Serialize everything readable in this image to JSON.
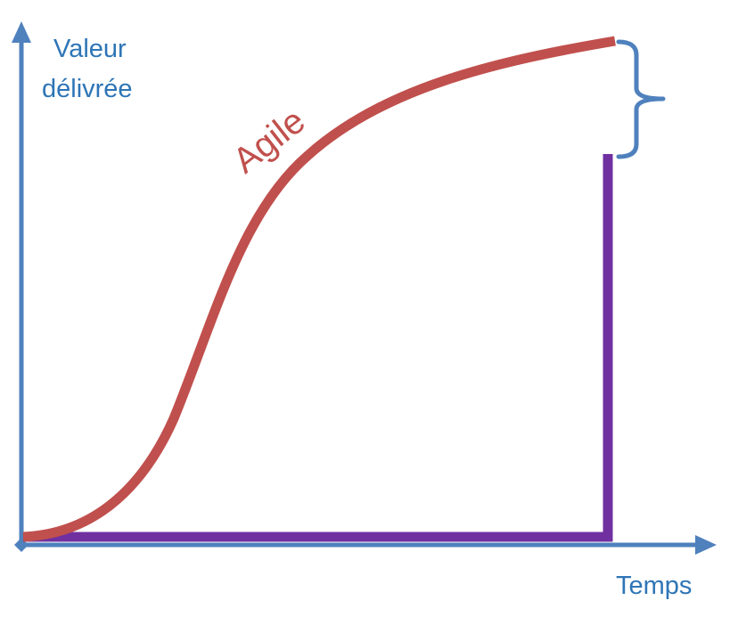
{
  "axes": {
    "y_label_line1": "Valeur",
    "y_label_line2": "délivrée",
    "x_label": "Temps"
  },
  "agile_curve": {
    "label": "Agile"
  },
  "colors": {
    "axis": "#4f81bd",
    "axis_label": "#2e75b6",
    "agile": "#c0504d",
    "waterfall": "#7030a0",
    "brace": "#4f81bd"
  }
}
